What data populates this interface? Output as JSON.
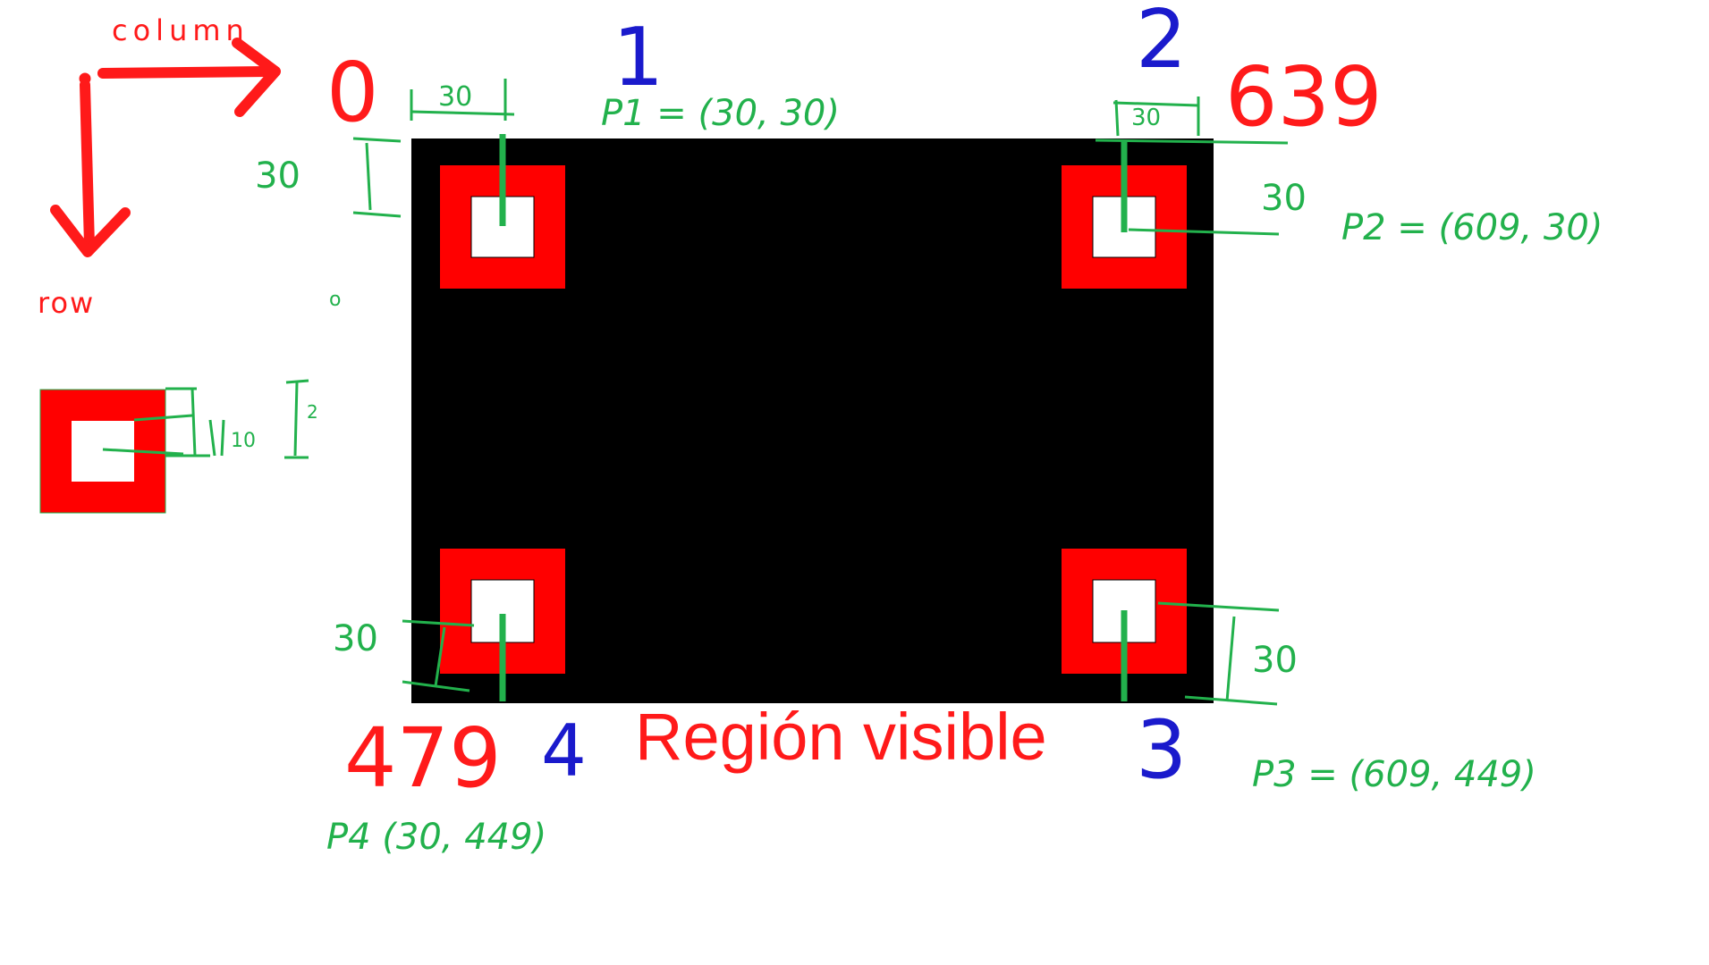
{
  "colors": {
    "background": "#ffffff",
    "region": "#000000",
    "marker_outer": "#ff0000",
    "marker_inner": "#ffffff",
    "ink_red": "#ff1a1a",
    "ink_blue": "#1a1acc",
    "ink_green": "#22b14c"
  },
  "axes": {
    "column_label": "column",
    "row_label": "row"
  },
  "region_label": "Región visible",
  "corner_values": {
    "top_left": "0",
    "top_right": "639",
    "bottom_left": "479"
  },
  "marker_numbers": [
    "1",
    "2",
    "3",
    "4"
  ],
  "points": {
    "p1": "P1 = (30, 30)",
    "p2": "P2 = (609, 30)",
    "p3": "P3 = (609, 449)",
    "p4": "P4 (30, 449)"
  },
  "dimensions": {
    "tl_horizontal": "30",
    "tl_vertical": "30",
    "tr_horizontal": "30",
    "tr_vertical": "30",
    "bl_vertical": "30",
    "br_vertical": "30",
    "legend_inner": "10",
    "legend_outer": "2"
  },
  "stray_mark": "o"
}
